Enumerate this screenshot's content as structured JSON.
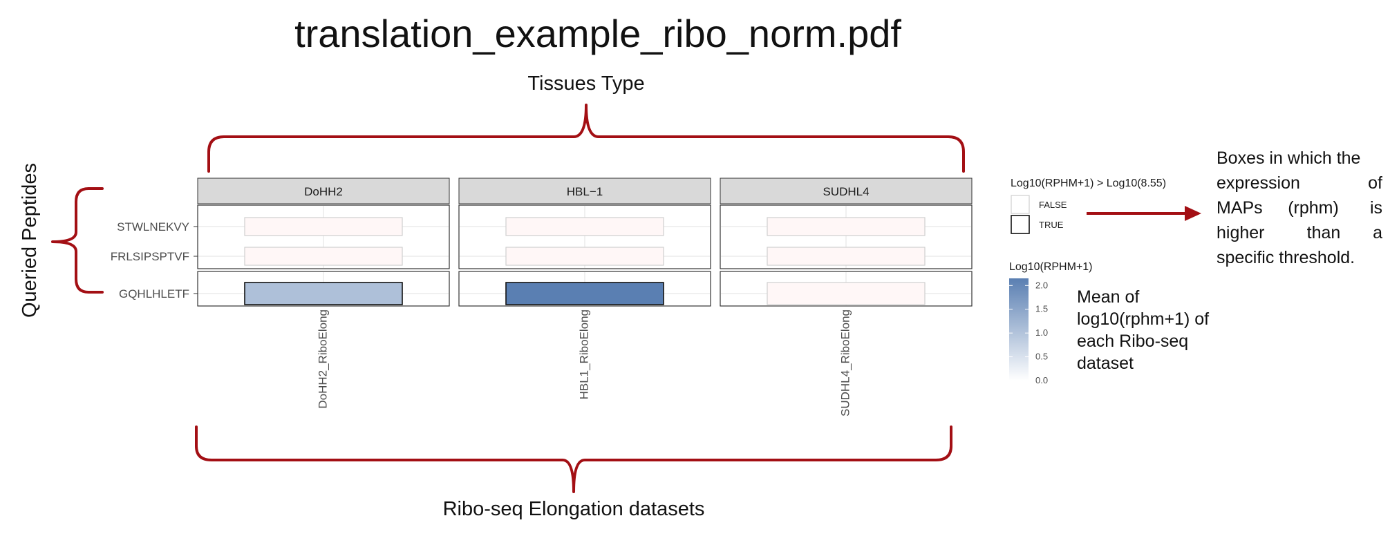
{
  "page_title": "translation_example_ribo_norm.pdf",
  "annotations": {
    "top": "Tissues Type",
    "left": "Queried Peptides",
    "bottom": "Ribo-seq Elongation datasets",
    "boxes_note": "Boxes in which the expression of MAPs (rphm) is higher than a specific threshold.",
    "boxes_note_lines": [
      "Boxes in which the",
      "expression of",
      "MAPs (rphm) is",
      "higher than a",
      "specific threshold."
    ],
    "mean_note_lines": [
      "Mean of",
      "log10(rphm+1) of",
      "each Ribo-seq",
      "dataset"
    ]
  },
  "colors": {
    "accent_red": "#a30f14",
    "fill_low": "#fff7f7",
    "fill_high": "#5a7fb2",
    "strip": "#d9d9d9",
    "grid": "#ebebeb"
  },
  "chart_data": {
    "type": "heatmap",
    "facets": [
      "DoHH2",
      "HBL−1",
      "SUDHL4"
    ],
    "x_labels": [
      "DoHH2_RiboElong",
      "HBL1_RiboElong",
      "SUDHL4_RiboElong"
    ],
    "rows": [
      "STWLNEKVY",
      "FRLSIPSPTVF",
      "GQHLHLETF"
    ],
    "values": [
      [
        0.0,
        0.0,
        0.0
      ],
      [
        0.0,
        0.0,
        0.0
      ],
      [
        1.05,
        2.15,
        0.0
      ]
    ],
    "above_threshold": [
      [
        false,
        false,
        false
      ],
      [
        false,
        false,
        false
      ],
      [
        true,
        true,
        false
      ]
    ],
    "color_scale": {
      "title": "Log10(RPHM+1)",
      "min": 0.0,
      "max": 2.15,
      "ticks": [
        "0.0",
        "0.5",
        "1.0",
        "1.5",
        "2.0"
      ],
      "tick_values": [
        0.0,
        0.5,
        1.0,
        1.5,
        2.0
      ]
    },
    "border_legend": {
      "title": "Log10(RPHM+1) > Log10(8.55)",
      "items": [
        "FALSE",
        "TRUE"
      ]
    }
  }
}
